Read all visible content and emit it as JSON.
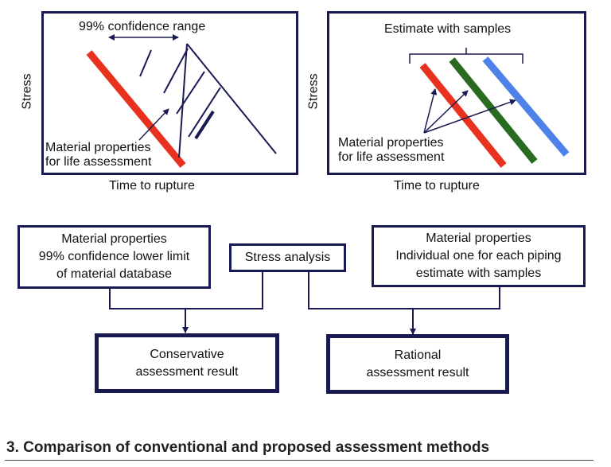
{
  "left_panel": {
    "y_label": "Stress",
    "x_label": "Time to rupture",
    "top_annotation": "99% confidence range",
    "bottom_annotation": [
      "Material properties",
      "for life assessment"
    ],
    "line_color": "#e8321f"
  },
  "right_panel": {
    "y_label": "Stress",
    "x_label": "Time to rupture",
    "top_annotation": "Estimate with samples",
    "bottom_annotation": [
      "Material properties",
      "for life assessment"
    ],
    "line_colors": [
      "#e8321f",
      "#2a6b22",
      "#4f82e8"
    ]
  },
  "flow": {
    "left_box": [
      "Material properties",
      "99% confidence lower limit",
      "of material database"
    ],
    "center_box": "Stress analysis",
    "right_box": [
      "Material properties",
      "Individual one for each piping",
      "estimate with samples"
    ],
    "result_left": [
      "Conservative",
      "assessment result"
    ],
    "result_right": [
      "Rational",
      "assessment result"
    ]
  },
  "footer": "3. Comparison of conventional and proposed assessment methods"
}
